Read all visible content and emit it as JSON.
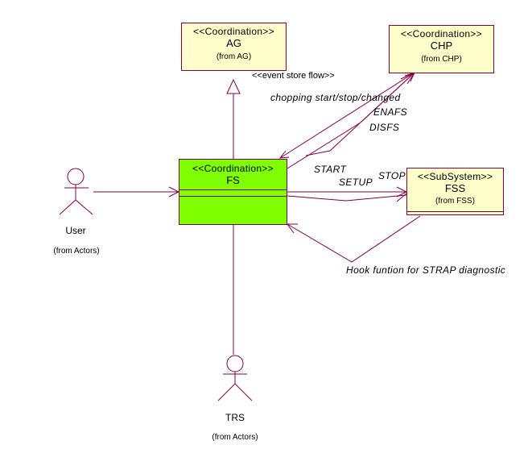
{
  "diagram": {
    "classes": {
      "ag": {
        "stereotype": "<<Coordination>>",
        "name": "AG",
        "from": "(from AG)"
      },
      "chp": {
        "stereotype": "<<Coordination>>",
        "name": "CHP",
        "from": "(from CHP)"
      },
      "fs": {
        "stereotype": "<<Coordination>>",
        "name": "FS"
      },
      "fss": {
        "stereotype": "<<SubSystem>>",
        "name": "FSS",
        "from": "(from FSS)"
      }
    },
    "actors": {
      "user": {
        "name": "User",
        "from": "(from Actors)"
      },
      "trs": {
        "name": "TRS",
        "from": "(from Actors)"
      }
    },
    "labels": {
      "event_store_flow": "<<event store flow>>",
      "chopping": "chopping start/stop/changed",
      "enafs": "ENAFS",
      "disfs": "DISFS",
      "start": "START",
      "setup": "SETUP",
      "stop": "STOP",
      "hook": "Hook funtion for STRAP diagnostic"
    },
    "colors": {
      "line": "#800040",
      "class_fill": "#ffffcc",
      "active_class_fill": "#80ff00"
    }
  }
}
